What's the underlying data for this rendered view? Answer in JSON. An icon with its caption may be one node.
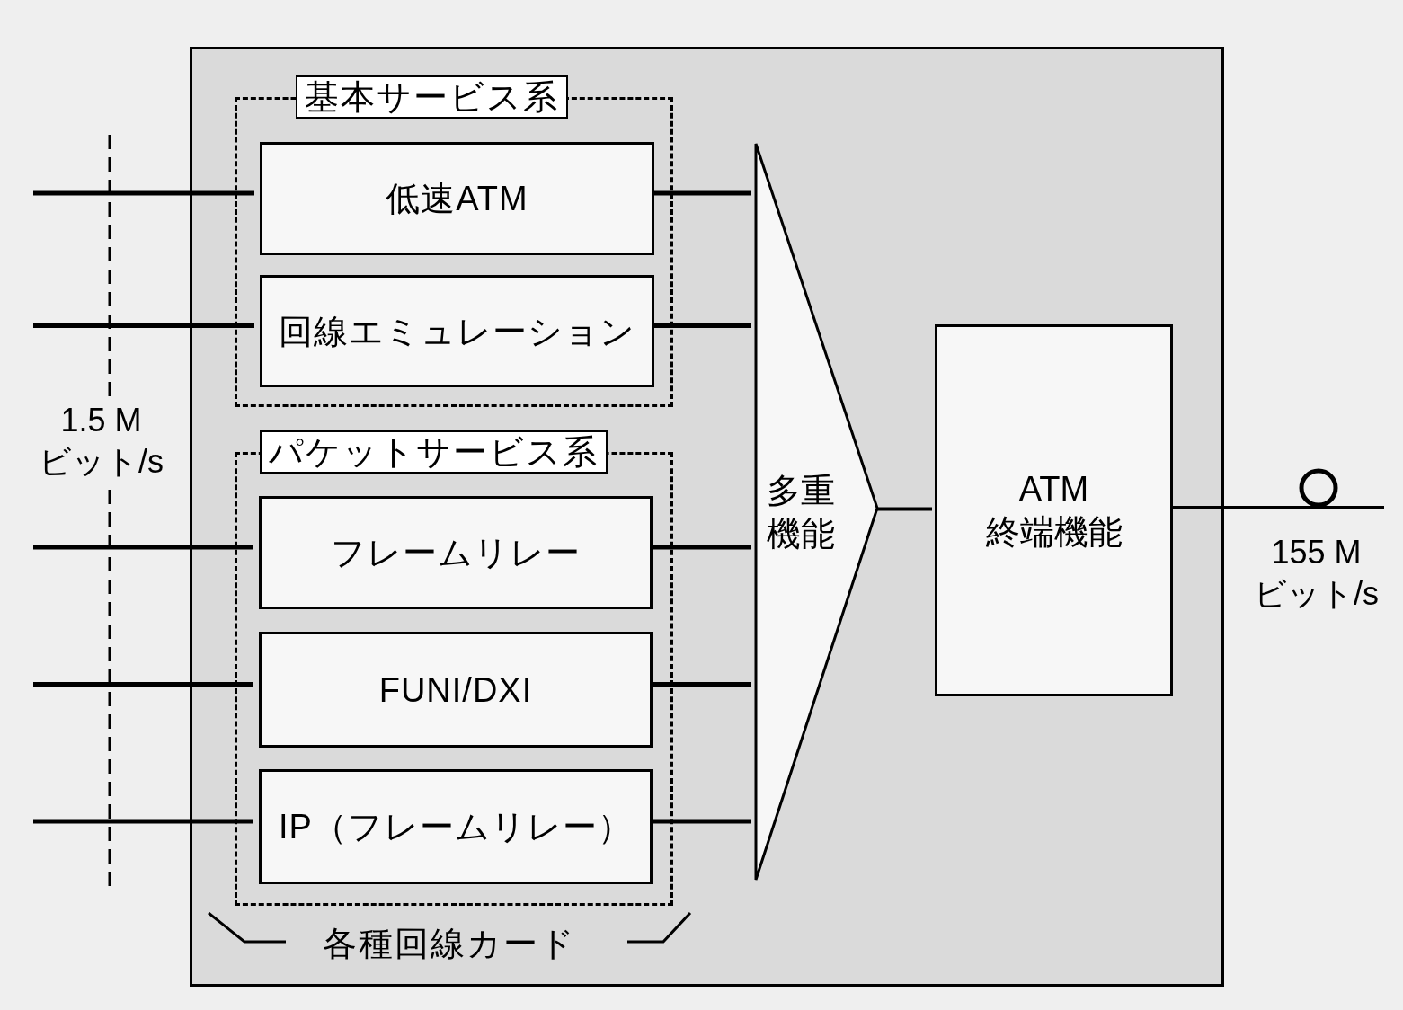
{
  "diagram": {
    "nodes": [
      {
        "text": [],
        "shape": "box"
      },
      {
        "text": [
          "基本サービス系"
        ],
        "in": 0
      },
      {
        "text": [
          "低速ATM"
        ],
        "in": 1
      },
      {
        "text": [
          "回線エミュレーション"
        ],
        "in": 1
      },
      {
        "text": [
          "パケットサービス系"
        ],
        "in": 0
      },
      {
        "text": [
          "フレームリレー"
        ],
        "in": 4
      },
      {
        "text": [
          "FUNI/DXI"
        ],
        "in": 4
      },
      {
        "text": [
          "IP（フレームリレー）"
        ],
        "in": 4
      },
      {
        "text": [
          "多重機能"
        ],
        "in": 0
      },
      {
        "text": [
          "ATM 終端機能"
        ],
        "in": 0
      }
    ],
    "edges": [
      {
        "from": null,
        "to": 2,
        "arrow": "none"
      },
      {
        "from": null,
        "to": 3,
        "arrow": "none"
      },
      {
        "from": null,
        "to": 5,
        "arrow": "none"
      },
      {
        "from": null,
        "to": 6,
        "arrow": "none"
      },
      {
        "from": null,
        "to": 7,
        "arrow": "none"
      },
      {
        "from": 2,
        "to": 8,
        "arrow": "none"
      },
      {
        "from": 3,
        "to": 8,
        "arrow": "none"
      },
      {
        "from": 5,
        "to": 8,
        "arrow": "none"
      },
      {
        "from": 6,
        "to": 8,
        "arrow": "none"
      },
      {
        "from": 7,
        "to": 8,
        "arrow": "none"
      },
      {
        "from": 8,
        "to": 9,
        "arrow": "none"
      },
      {
        "from": 9,
        "to": null,
        "arrow": "none"
      }
    ],
    "labels": [
      "1.5 M ビット/s",
      "各種回線カード",
      "155 M ビット/s"
    ]
  }
}
